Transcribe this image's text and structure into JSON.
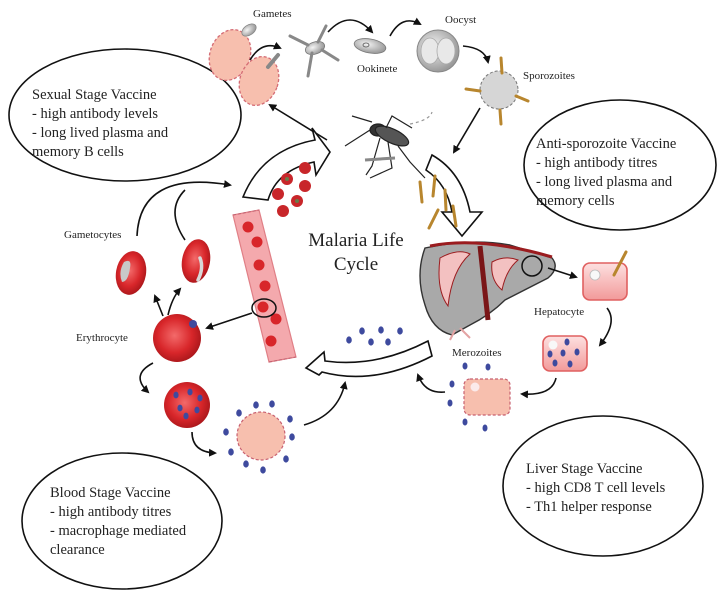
{
  "title": {
    "line1": "Malaria Life",
    "line2": "Cycle"
  },
  "stage_labels": {
    "gametes": "Gametes",
    "ookinete": "Ookinete",
    "oocyst": "Oocyst",
    "sporozoites": "Sporozoites",
    "hepatocyte": "Hepatocyte",
    "merozoites": "Merozoites",
    "gametocytes": "Gametocytes",
    "erythrocyte": "Erythrocyte"
  },
  "vaccines": {
    "sexual": {
      "title": "Sexual Stage Vaccine",
      "lines": [
        "- high antibody levels",
        "- long lived plasma and",
        "memory B cells"
      ]
    },
    "anti_sporozoite": {
      "title": "Anti-sporozoite Vaccine",
      "lines": [
        "- high antibody titres",
        "- long lived plasma and",
        "memory cells"
      ]
    },
    "liver": {
      "title": "Liver Stage Vaccine",
      "lines": [
        "- high CD8 T cell levels",
        "- Th1 helper response"
      ]
    },
    "blood": {
      "title": "Blood Stage Vaccine",
      "lines": [
        "- high antibody titres",
        "- macrophage mediated",
        "clearance"
      ]
    }
  },
  "colors": {
    "rbc": "#d8262a",
    "rbc_light": "#f08080",
    "vessel": "#f4a9ad",
    "parasite": "#3e4a9e",
    "sporozoite": "#b8862e",
    "cell_pink": "#f7bfae",
    "liver_gray": "#a9a9a9",
    "liver_red": "#9b1c1f"
  }
}
